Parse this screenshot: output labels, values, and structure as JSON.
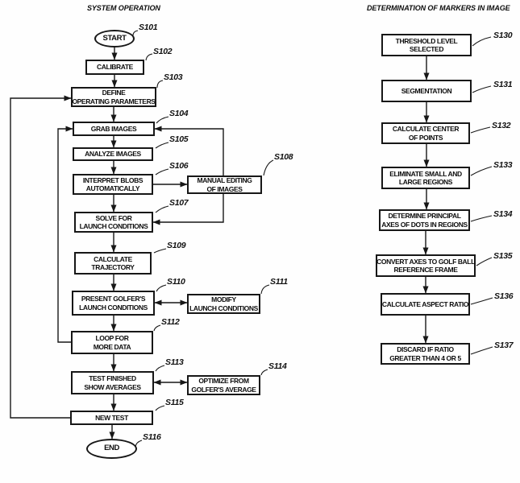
{
  "figure": {
    "ink_color": "#171717",
    "background_color": "#ffffff"
  },
  "system_operation": {
    "title": "SYSTEM OPERATION",
    "nodes": [
      {
        "tag": "S101",
        "label": "START",
        "shape": "oval"
      },
      {
        "tag": "S102",
        "label": "CALIBRATE",
        "shape": "rect"
      },
      {
        "tag": "S103",
        "label": "DEFINE\nOPERATING PARAMETERS",
        "shape": "rect"
      },
      {
        "tag": "S104",
        "label": "GRAB IMAGES",
        "shape": "rect"
      },
      {
        "tag": "S105",
        "label": "ANALYZE IMAGES",
        "shape": "rect"
      },
      {
        "tag": "S106",
        "label": "INTERPRET BLOBS\nAUTOMATICALLY",
        "shape": "rect"
      },
      {
        "tag": "S107",
        "label": "SOLVE FOR\nLAUNCH CONDITIONS",
        "shape": "rect"
      },
      {
        "tag": "S108",
        "label": "MANUAL EDITING\nOF IMAGES",
        "shape": "rect"
      },
      {
        "tag": "S109",
        "label": "CALCULATE\nTRAJECTORY",
        "shape": "rect"
      },
      {
        "tag": "S110",
        "label": "PRESENT GOLFER'S\nLAUNCH CONDITIONS",
        "shape": "rect"
      },
      {
        "tag": "S111",
        "label": "MODIFY\nLAUNCH CONDITIONS",
        "shape": "rect"
      },
      {
        "tag": "S112",
        "label": "LOOP FOR\nMORE DATA",
        "shape": "rect"
      },
      {
        "tag": "S113",
        "label": "TEST FINISHED\nSHOW AVERAGES",
        "shape": "rect"
      },
      {
        "tag": "S114",
        "label": "OPTIMIZE FROM\nGOLFER'S AVERAGE",
        "shape": "rect"
      },
      {
        "tag": "S115",
        "label": "NEW TEST",
        "shape": "rect"
      },
      {
        "tag": "S116",
        "label": "END",
        "shape": "oval"
      }
    ]
  },
  "markers_in_image": {
    "title": "DETERMINATION OF MARKERS IN IMAGE",
    "nodes": [
      {
        "tag": "S130",
        "label": "THRESHOLD LEVEL\nSELECTED",
        "shape": "rect"
      },
      {
        "tag": "S131",
        "label": "SEGMENTATION",
        "shape": "rect"
      },
      {
        "tag": "S132",
        "label": "CALCULATE CENTER\nOF POINTS",
        "shape": "rect"
      },
      {
        "tag": "S133",
        "label": "ELIMINATE SMALL AND\nLARGE REGIONS",
        "shape": "rect"
      },
      {
        "tag": "S134",
        "label": "DETERMINE PRINCIPAL\nAXES OF DOTS IN REGIONS",
        "shape": "rect"
      },
      {
        "tag": "S135",
        "label": "CONVERT AXES TO GOLF BALL\nREFERENCE FRAME",
        "shape": "rect"
      },
      {
        "tag": "S136",
        "label": "CALCULATE ASPECT RATIO",
        "shape": "rect"
      },
      {
        "tag": "S137",
        "label": "DISCARD IF RATIO\nGREATER THAN 4 OR 5",
        "shape": "rect"
      }
    ]
  }
}
